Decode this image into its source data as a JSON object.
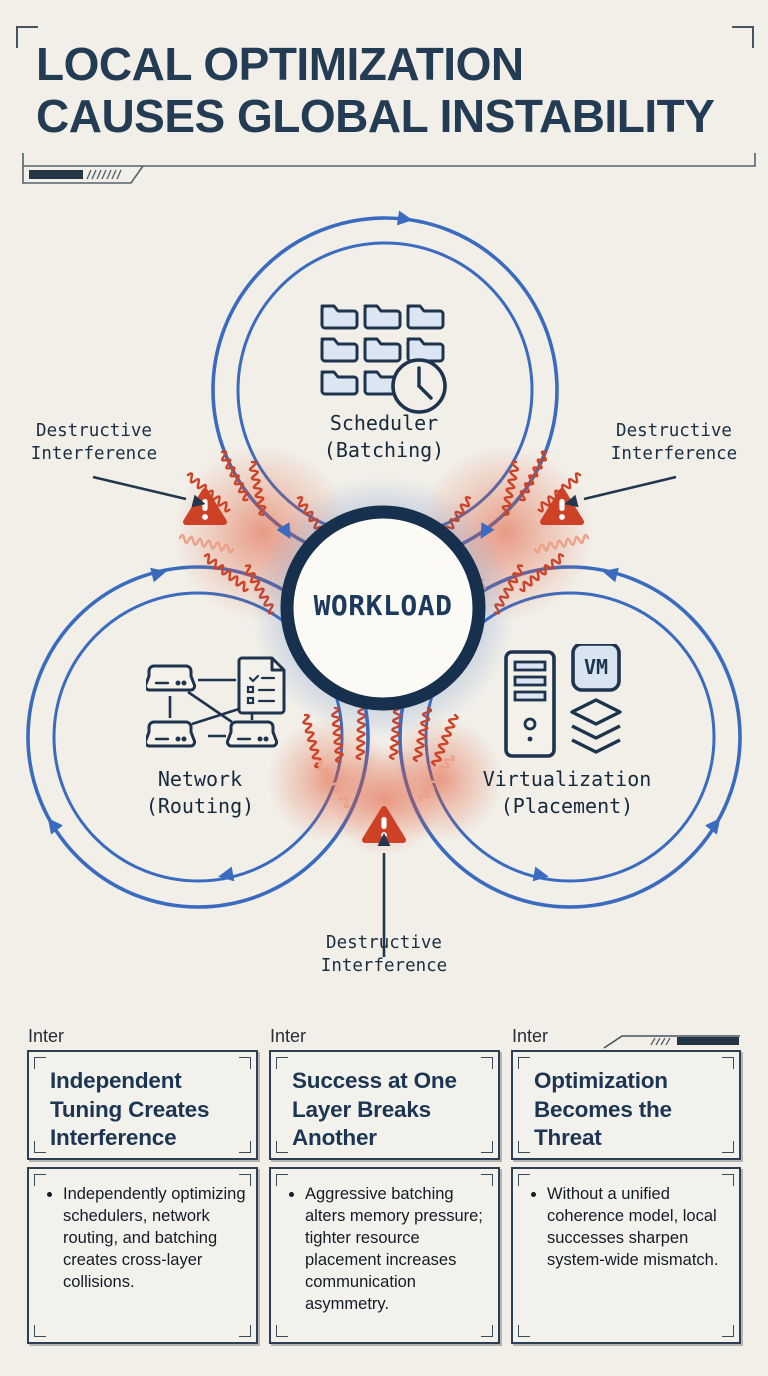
{
  "title": {
    "line1": "LOCAL OPTIMIZATION",
    "line2": "CAUSES GLOBAL INSTABILITY"
  },
  "diagram": {
    "center_label": "WORKLOAD",
    "vm_badge": "VM",
    "nodes": {
      "scheduler": {
        "name": "Scheduler",
        "sub": "(Batching)"
      },
      "network": {
        "name": "Network",
        "sub": "(Routing)"
      },
      "virtualization": {
        "name": "Virtualization",
        "sub": "(Placement)"
      }
    },
    "warnings": {
      "left": {
        "line1": "Destructive",
        "line2": "Interference"
      },
      "right": {
        "line1": "Destructive",
        "line2": "Interference"
      },
      "bottom": {
        "line1": "Destructive",
        "line2": "Interference"
      }
    }
  },
  "cards": [
    {
      "tag": "Inter",
      "title": "Independent Tuning Creates Interference",
      "bullet": "Independently optimizing schedulers, network routing, and batching creates cross-layer collisions."
    },
    {
      "tag": "Inter",
      "title": "Success at One Layer Breaks Another",
      "bullet": "Aggressive batching alters memory pressure; tighter resource placement increases communication asymmetry."
    },
    {
      "tag": "Inter",
      "title": "Optimization Becomes the Threat",
      "bullet": "Without a unified coherence model, local successes sharpen system-wide mismatch."
    }
  ],
  "colors": {
    "background": "#f1efe8",
    "navy": "#1e3650",
    "loop_blue": "#3a6bbf",
    "alert_red": "#cd4227",
    "icon_fill": "#dbe6f2"
  }
}
